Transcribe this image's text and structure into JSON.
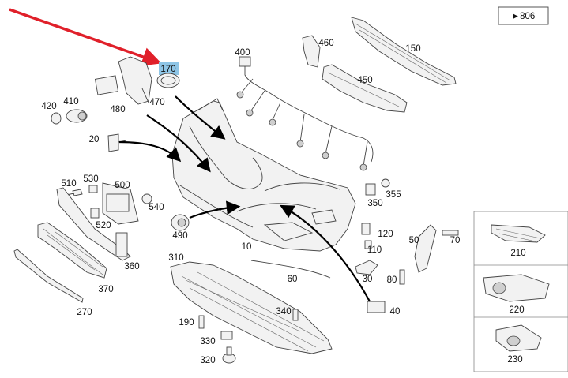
{
  "ref_box": "►806",
  "highlight_color": "#8ec5e6",
  "red_arrow_color": "#e0202a",
  "labels": {
    "p10": "10",
    "p20": "20",
    "p30": "30",
    "p40": "40",
    "p50": "50",
    "p60": "60",
    "p70": "70",
    "p80": "80",
    "p110": "110",
    "p120": "120",
    "p150": "150",
    "p170": "170",
    "p190": "190",
    "p210": "210",
    "p220": "220",
    "p230": "230",
    "p270": "270",
    "p310": "310",
    "p320": "320",
    "p330": "330",
    "p340": "340",
    "p350": "350",
    "p355": "355",
    "p360": "360",
    "p370": "370",
    "p400": "400",
    "p410": "410",
    "p420": "420",
    "p450": "450",
    "p460": "460",
    "p470": "470",
    "p480": "480",
    "p490": "490",
    "p500": "500",
    "p510": "510",
    "p520": "520",
    "p530": "530",
    "p540": "540"
  }
}
